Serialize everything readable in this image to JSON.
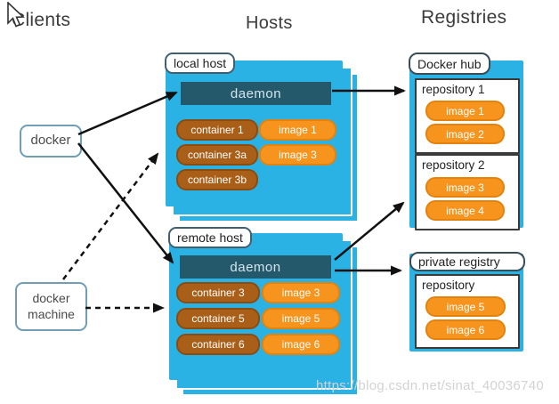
{
  "headers": {
    "clients": "Clients",
    "hosts": "Hosts",
    "registries": "Registries"
  },
  "clients": {
    "docker_label": "docker",
    "docker_machine_line1": "docker",
    "docker_machine_line2": "machine"
  },
  "hosts": [
    {
      "label": "local host",
      "daemon": "daemon",
      "containers": [
        "container 1",
        "container 3a",
        "container 3b"
      ],
      "images": [
        "image 1",
        "image 3"
      ]
    },
    {
      "label": "remote host",
      "daemon": "daemon",
      "containers": [
        "container 3",
        "container 5",
        "container 6"
      ],
      "images": [
        "image 3",
        "image 5",
        "image 6"
      ]
    }
  ],
  "registries": [
    {
      "label": "Docker hub",
      "repositories": [
        {
          "name": "repository 1",
          "images": [
            "image 1",
            "image 2"
          ]
        },
        {
          "name": "repository 2",
          "images": [
            "image 3",
            "image 4"
          ]
        }
      ]
    },
    {
      "label": "private registry",
      "repositories": [
        {
          "name": "repository",
          "images": [
            "image 5",
            "image 6"
          ]
        }
      ]
    }
  ],
  "watermark": "https://blog.csdn.net/sinat_40036740",
  "colors": {
    "panel_blue": "#2ab2e5",
    "daemon_teal": "#24596b",
    "container_brown": "#aa5f18",
    "image_orange": "#f7941e",
    "arrow_black": "#111111"
  }
}
